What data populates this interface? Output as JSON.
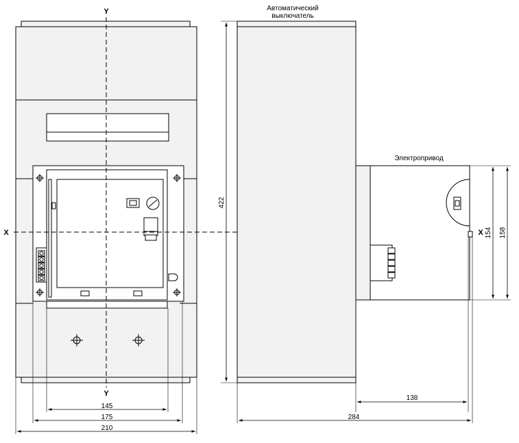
{
  "labels": {
    "breaker_line1": "Автоматический",
    "breaker_line2": "выключатель",
    "drive": "Электропривод",
    "axis_x_left": "X",
    "axis_x_right": "X",
    "axis_y_top": "Y",
    "axis_y_bottom": "Y"
  },
  "dimensions": {
    "front_width_inner": "145",
    "front_width_mid": "175",
    "front_width_total": "210",
    "side_height": "422",
    "side_depth_total": "284",
    "drive_depth": "138",
    "drive_height_inner": "154",
    "drive_height_outer": "158"
  }
}
